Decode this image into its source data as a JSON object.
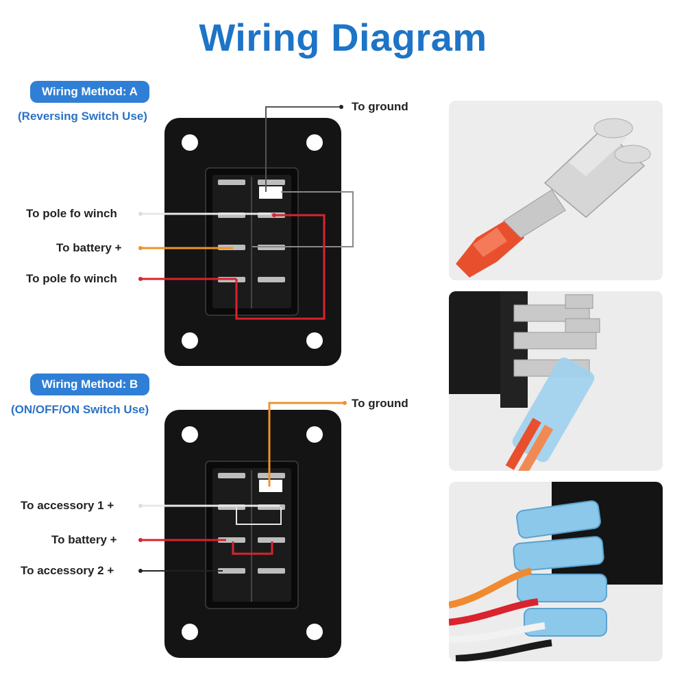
{
  "title": "Wiring Diagram",
  "method_a": {
    "badge": "Wiring Method: A",
    "subtitle": "(Reversing Switch Use)",
    "labels": {
      "ground": "To ground",
      "winch1": "To pole fo winch",
      "battery": "To battery +",
      "winch2": "To pole fo winch"
    }
  },
  "method_b": {
    "badge": "Wiring Method: B",
    "subtitle": "(ON/OFF/ON Switch Use)",
    "labels": {
      "ground": "To ground",
      "acc1": "To accessory 1 +",
      "battery": "To battery +",
      "acc2": "To accessory 2 +"
    }
  },
  "colors": {
    "title_blue": "#1e74c6",
    "badge_blue": "#2f7fd6",
    "wire_red": "#d9232e",
    "wire_orange": "#f0922b",
    "wire_white": "#eeeeee",
    "wire_black": "#222222",
    "panel_black": "#141414"
  },
  "photos": [
    "female-spade-terminal",
    "terminals-on-switch-pins",
    "insulated-connectors-with-wires"
  ]
}
